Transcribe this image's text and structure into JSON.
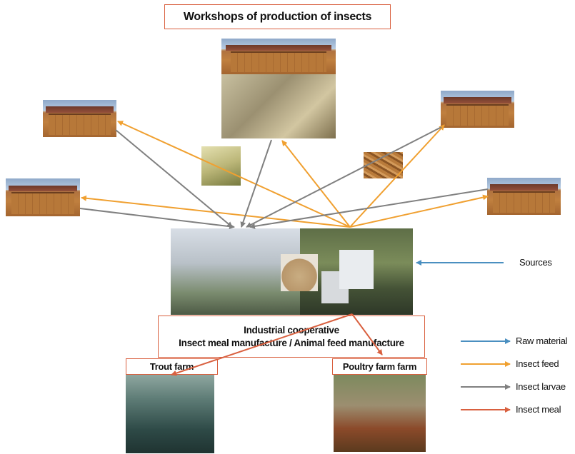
{
  "title": "Workshops of production of insects",
  "coop": {
    "line1": "Industrial cooperative",
    "line2": "Insect meal manufacture   / Animal feed manufacture"
  },
  "trout_farm": "Trout farm",
  "poultry_farm": "Poultry farm farm",
  "sources_label": "Sources",
  "legend": [
    {
      "label": "Raw material",
      "color": "#4a8fc0"
    },
    {
      "label": "Insect feed",
      "color": "#f0a030"
    },
    {
      "label": "Insect larvae",
      "color": "#808080"
    },
    {
      "label": "Insect meal",
      "color": "#d9603f"
    }
  ],
  "colors": {
    "raw_material": "#4a8fc0",
    "insect_feed": "#f0a030",
    "insect_larvae": "#808080",
    "insect_meal": "#d9603f"
  }
}
